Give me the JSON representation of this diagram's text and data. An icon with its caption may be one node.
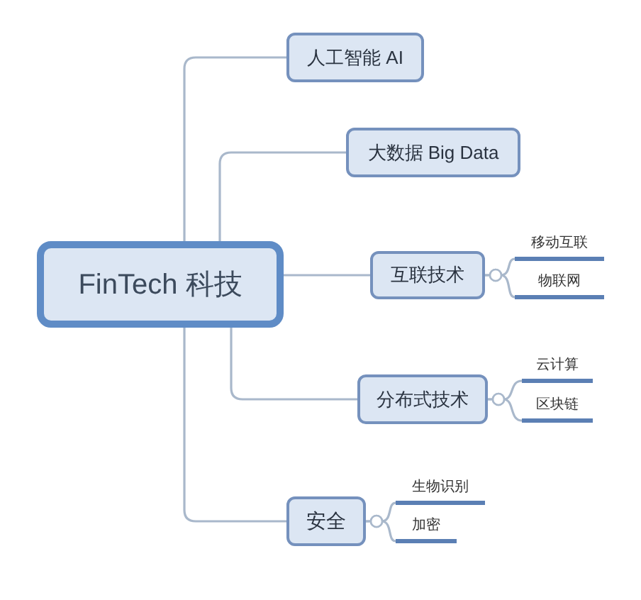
{
  "diagram": {
    "nodes": [
      {
        "text": [
          "FinTech 科技"
        ]
      },
      {
        "text": [
          "人工智能 AI"
        ]
      },
      {
        "text": [
          "大数据 Big Data"
        ]
      },
      {
        "text": [
          "互联技术"
        ]
      },
      {
        "text": [
          "移动互联"
        ]
      },
      {
        "text": [
          "物联网"
        ]
      },
      {
        "text": [
          "分布式技术"
        ]
      },
      {
        "text": [
          "云计算"
        ]
      },
      {
        "text": [
          "区块链"
        ]
      },
      {
        "text": [
          "安全"
        ]
      },
      {
        "text": [
          "生物识别"
        ]
      },
      {
        "text": [
          "加密"
        ]
      }
    ],
    "edges": [
      {
        "from": 0,
        "to": 1,
        "arrow": "none"
      },
      {
        "from": 0,
        "to": 2,
        "arrow": "none"
      },
      {
        "from": 0,
        "to": 3,
        "arrow": "none"
      },
      {
        "from": 3,
        "to": 4,
        "arrow": "other"
      },
      {
        "from": 3,
        "to": 5,
        "arrow": "other"
      },
      {
        "from": 0,
        "to": 6,
        "arrow": "none"
      },
      {
        "from": 6,
        "to": 7,
        "arrow": "other"
      },
      {
        "from": 6,
        "to": 8,
        "arrow": "other"
      },
      {
        "from": 0,
        "to": 9,
        "arrow": "none"
      },
      {
        "from": 9,
        "to": 10,
        "arrow": "other"
      },
      {
        "from": 9,
        "to": 11,
        "arrow": "other"
      }
    ]
  }
}
